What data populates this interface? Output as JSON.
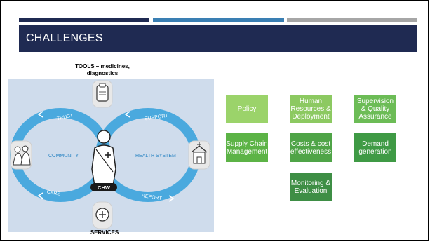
{
  "slide": {
    "title": "CHALLENGES",
    "accent_colors": [
      "#1f2a52",
      "#3a7fb3",
      "#a6a6a6"
    ]
  },
  "diagram": {
    "tools_label_line1": "TOOLS – medicines,",
    "tools_label_line2": "diagnostics",
    "services_label": "SERVICES",
    "left_loop_label": "COMMUNITY",
    "right_loop_label": "HEALTH SYSTEM",
    "center_label": "CHW",
    "trust_label": "TRUST",
    "support_label": "SUPPORT",
    "care_label": "CARE",
    "report_label": "REPORT",
    "loop_color": "#4aa9de",
    "icons": [
      "clipboard-bag-icon",
      "plus-circle-icon",
      "community-group-icon",
      "clinic-building-icon",
      "health-worker-icon"
    ]
  },
  "challenges": [
    {
      "label": "Policy",
      "color": "#9bd36a"
    },
    {
      "label": "Human Resources & Deployment",
      "color": "#8cc961"
    },
    {
      "label": "Supervision & Quality Assurance",
      "color": "#6cbc56"
    },
    {
      "label": "Supply Chain Management",
      "color": "#5cb346"
    },
    {
      "label": "Costs & cost effectiveness",
      "color": "#4fa447"
    },
    {
      "label": "Demand generation",
      "color": "#3f9a45"
    },
    {
      "label": "Monitoring & Evaluation",
      "color": "#3e8e45"
    }
  ]
}
